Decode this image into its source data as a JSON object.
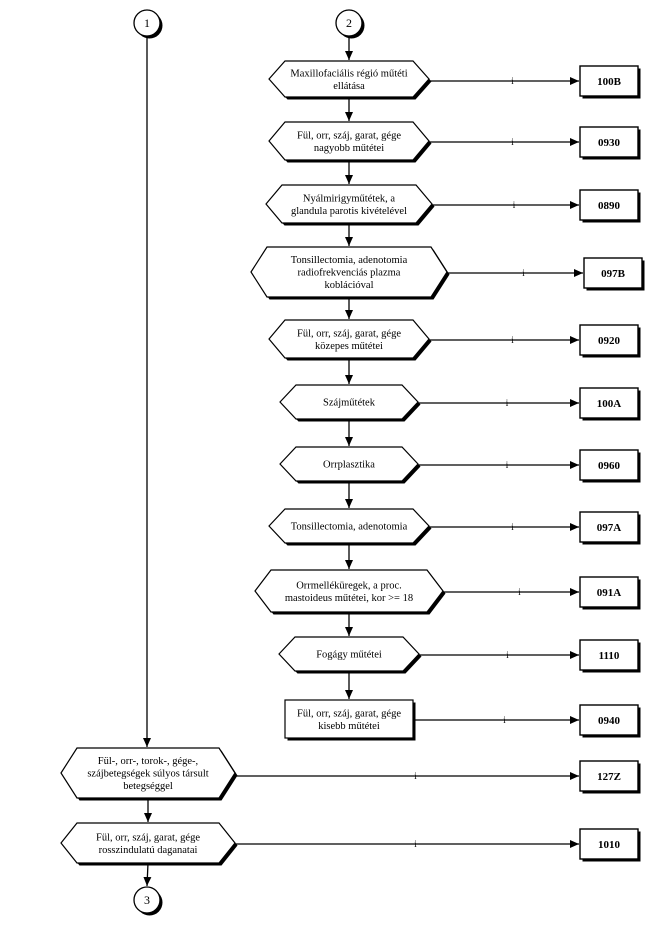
{
  "connectors": [
    {
      "id": "1",
      "label": "1"
    },
    {
      "id": "2",
      "label": "2"
    },
    {
      "id": "3",
      "label": "3"
    }
  ],
  "yes_label": "i",
  "nodes": [
    {
      "lines": [
        "Maxillofaciális régió műtéti",
        "ellátása"
      ],
      "code": "100B",
      "shape": "hex"
    },
    {
      "lines": [
        "Fül, orr, száj, garat, gége",
        "nagyobb műtétei"
      ],
      "code": "0930",
      "shape": "hex"
    },
    {
      "lines": [
        "Nyálmirigyműtétek, a",
        "glandula parotis kivételével"
      ],
      "code": "0890",
      "shape": "hex"
    },
    {
      "lines": [
        "Tonsillectomia, adenotomia",
        "radiofrekvenciás plazma",
        "koblációval"
      ],
      "code": "097B",
      "shape": "hex"
    },
    {
      "lines": [
        "Fül, orr, száj, garat, gége",
        "közepes műtétei"
      ],
      "code": "0920",
      "shape": "hex"
    },
    {
      "lines": [
        "Szájműtétek"
      ],
      "code": "100A",
      "shape": "hex"
    },
    {
      "lines": [
        "Orrplasztika"
      ],
      "code": "0960",
      "shape": "hex"
    },
    {
      "lines": [
        "Tonsillectomia, adenotomia"
      ],
      "code": "097A",
      "shape": "hex"
    },
    {
      "lines": [
        "Orrmelléküregek, a proc.",
        "mastoideus műtétei,  kor >= 18"
      ],
      "code": "091A",
      "shape": "hex"
    },
    {
      "lines": [
        "Fogágy műtétei"
      ],
      "code": "1110",
      "shape": "hex"
    },
    {
      "lines": [
        "Fül, orr, száj, garat, gége",
        "kisebb műtétei"
      ],
      "code": "0940",
      "shape": "rect"
    },
    {
      "lines": [
        "Fül-, orr-, torok-, gége-,",
        "szájbetegségek súlyos társult",
        "betegséggel"
      ],
      "code": "127Z",
      "shape": "hex"
    },
    {
      "lines": [
        "Fül, orr, száj, garat, gége",
        "rosszindulatú  daganatai"
      ],
      "code": "1010",
      "shape": "hex"
    }
  ]
}
